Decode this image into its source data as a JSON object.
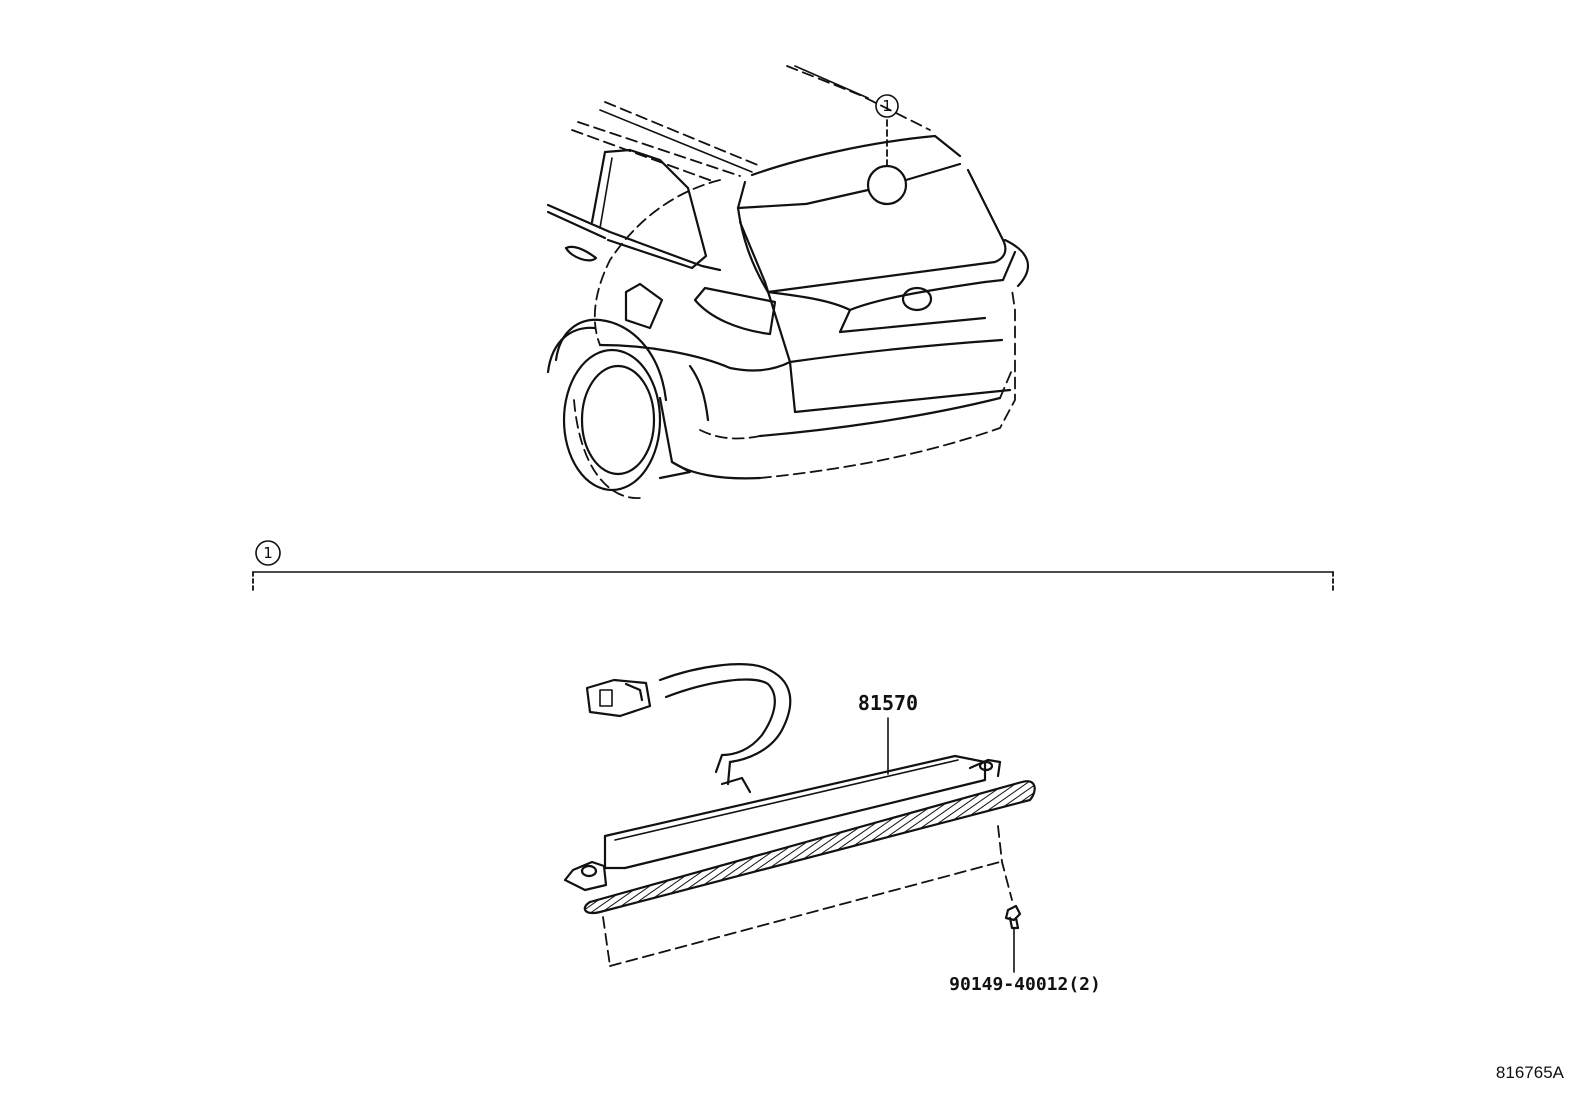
{
  "callout": {
    "marker": "1"
  },
  "parts": [
    {
      "number": "81570"
    },
    {
      "number": "90149-40012(2)"
    }
  ],
  "diagram_ref": "816765A"
}
